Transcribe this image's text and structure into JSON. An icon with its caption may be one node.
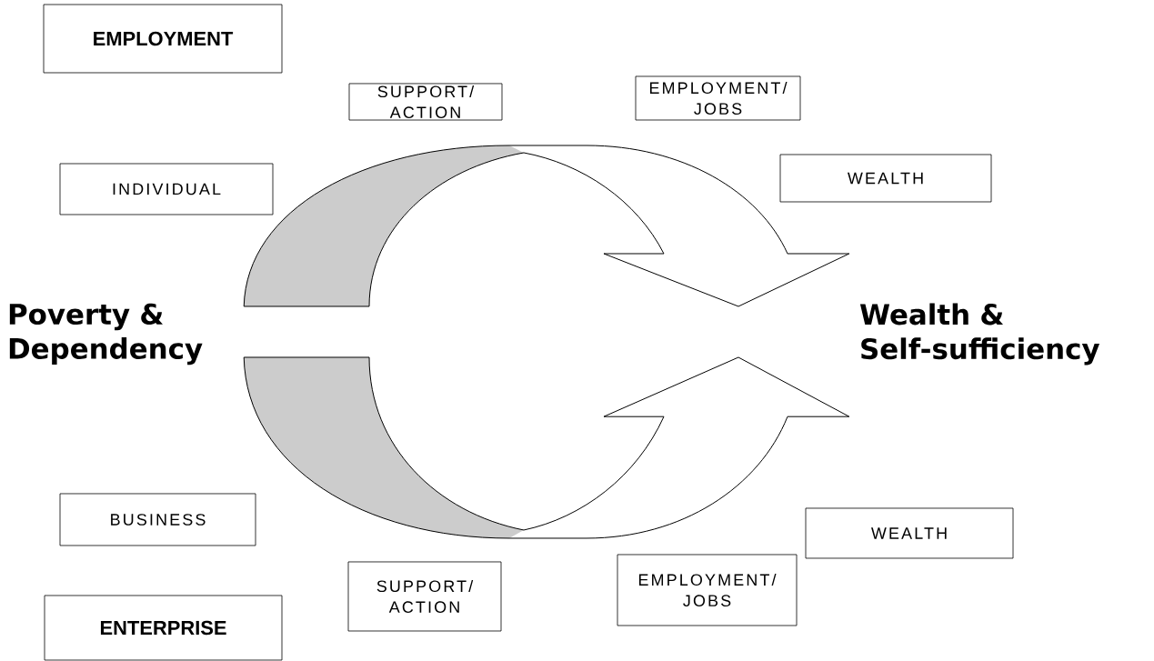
{
  "diagram": {
    "nodes": [
      {
        "text": [
          "EMPLOYMENT"
        ]
      },
      {
        "text": [
          "SUPPORT/ ACTION"
        ]
      },
      {
        "text": [
          "EMPLOYMENT/ JOBS"
        ]
      },
      {
        "text": [
          "INDIVIDUAL"
        ]
      },
      {
        "text": [
          "WEALTH"
        ]
      },
      {
        "text": [
          "Poverty & Dependency"
        ]
      },
      {
        "text": [
          "Wealth & Self-sufficiency"
        ]
      },
      {
        "text": [
          "BUSINESS"
        ]
      },
      {
        "text": [
          "WEALTH"
        ]
      },
      {
        "text": [
          "SUPPORT/ ACTION"
        ]
      },
      {
        "text": [
          "EMPLOYMENT/ JOBS"
        ]
      },
      {
        "text": [
          "ENTERPRISE"
        ]
      }
    ],
    "edges": [
      {
        "from": 5,
        "to": 6,
        "arrow": "to"
      },
      {
        "from": 5,
        "to": 6,
        "arrow": "to"
      }
    ]
  }
}
